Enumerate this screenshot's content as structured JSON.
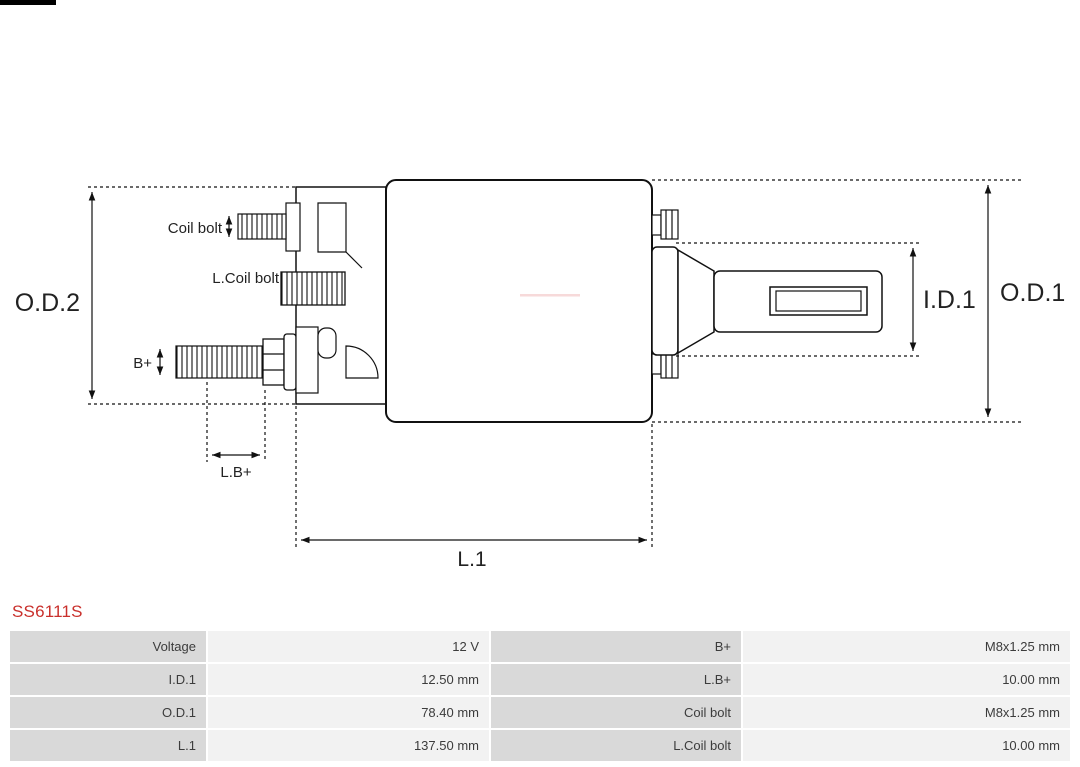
{
  "product_code": "SS6111S",
  "diagram": {
    "labels": {
      "od2": "O.D.2",
      "od1": "O.D.1",
      "id1": "I.D.1",
      "coil_bolt": "Coil bolt",
      "l_coil_bolt": "L.Coil bolt",
      "b_plus": "B+",
      "l_b_plus": "L.B+",
      "l1": "L.1"
    }
  },
  "colors": {
    "product_code_red": "#c9302c",
    "table_label_bg": "#d9d9d9",
    "table_value_bg": "#f2f2f2",
    "line_color": "#111111"
  },
  "table": {
    "rows": [
      {
        "label1": "Voltage",
        "value1": "12 V",
        "label2": "B+",
        "value2": "M8x1.25 mm"
      },
      {
        "label1": "I.D.1",
        "value1": "12.50 mm",
        "label2": "L.B+",
        "value2": "10.00 mm"
      },
      {
        "label1": "O.D.1",
        "value1": "78.40 mm",
        "label2": "Coil bolt",
        "value2": "M8x1.25 mm"
      },
      {
        "label1": "L.1",
        "value1": "137.50 mm",
        "label2": "L.Coil bolt",
        "value2": "10.00 mm"
      }
    ]
  }
}
